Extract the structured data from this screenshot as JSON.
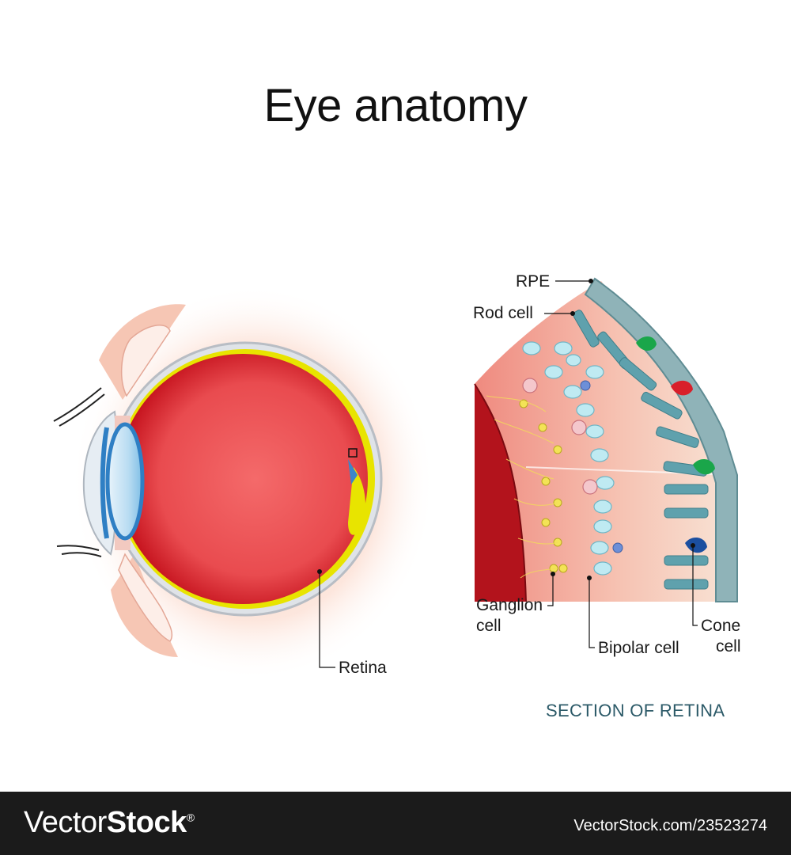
{
  "title": "Eye anatomy",
  "labels": {
    "retina": "Retina",
    "rpe": "RPE",
    "rod_cell": "Rod cell",
    "ganglion_cell_line1": "Ganglion",
    "ganglion_cell_line2": "cell",
    "bipolar_cell": "Bipolar cell",
    "cone_cell_line1": "Cone",
    "cone_cell_line2": "cell"
  },
  "section_title": "SECTION OF RETINA",
  "footer": {
    "brand_regular": "Vector",
    "brand_bold": "Stock",
    "brand_reg": "®",
    "url": "VectorStock.com/23523274"
  },
  "colors": {
    "vitreous": "#e0444a",
    "retina_yellow": "#e8e400",
    "sclera": "#c9cdd3",
    "lens": "#2f7fc4",
    "rpe": "#8fb3b8",
    "cone_green": "#1aa64a",
    "cone_red": "#d81f2a",
    "cone_blue": "#1b4fa0"
  }
}
